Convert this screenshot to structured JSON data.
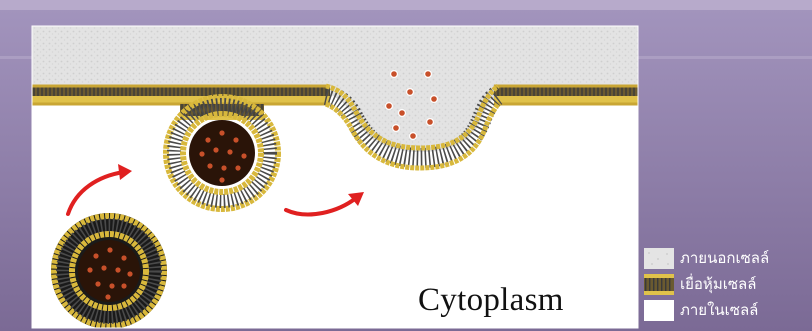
{
  "diagram": {
    "caption": "Cytoplasm",
    "legend": [
      {
        "label": "ภายนอกเซลล์",
        "swatch": "outside",
        "color": "#e6e6e6"
      },
      {
        "label": "เยื่อหุ้มเซลล์",
        "swatch": "membrane",
        "color": "#c8a432"
      },
      {
        "label": "ภายในเซลล์",
        "swatch": "inside",
        "color": "#ffffff"
      }
    ]
  },
  "colors": {
    "background_top": "#9c8cb8",
    "background_bottom": "#7e6d98",
    "exterior": "#e4e4e4",
    "interior": "#ffffff",
    "membrane_head": "#d8b83c",
    "membrane_tail": "#555555",
    "vesicle_content": "#2a1408",
    "particle": "#c8502a",
    "arrow": "#e02020"
  }
}
